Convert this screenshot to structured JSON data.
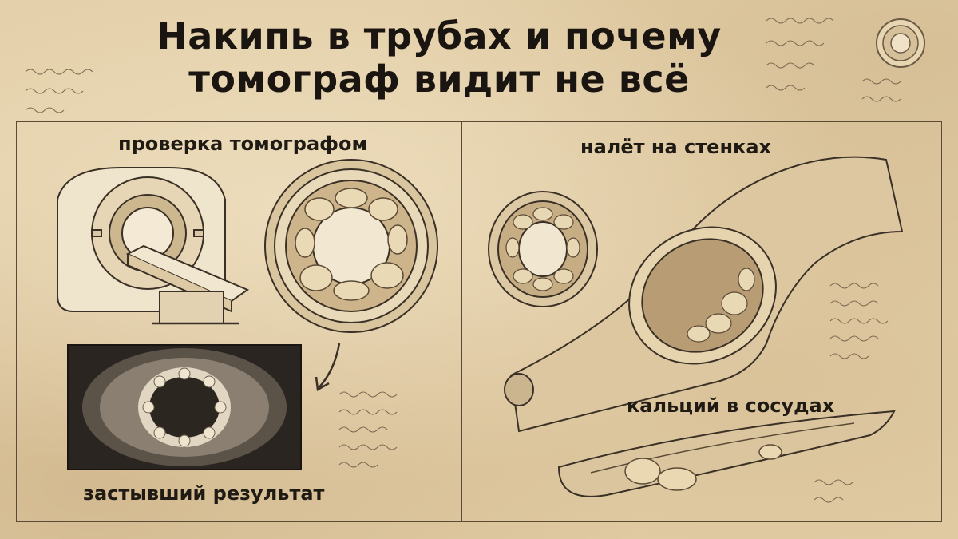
{
  "title": {
    "line1": "Накипь в трубах и почему",
    "line2": "томограф видит не всё"
  },
  "panels": {
    "left_heading": "проверка томографом",
    "left_caption": "застывший результат",
    "right_heading": "налёт на стенках",
    "right_caption": "кальций в сосудах"
  },
  "colors": {
    "paper": "#e3cfa8",
    "ink": "#1f1a14",
    "sepia_line": "#5a4a36",
    "plaque": "#d8c4a0",
    "scan_dark": "#2a2520"
  }
}
